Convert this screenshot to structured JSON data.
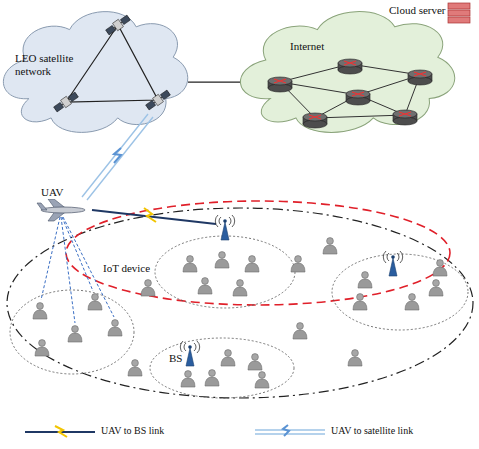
{
  "diagram": {
    "nodes": [
      {
        "text": [
          "LEO satellite network"
        ]
      },
      {
        "text": [
          "Internet"
        ]
      }
    ],
    "edges": [
      {
        "from": 0,
        "to": 1,
        "arrow": "none"
      }
    ],
    "labels": [
      "Cloud server",
      "UAV",
      "IoT device",
      "BS"
    ],
    "legend": [
      {
        "text": "UAV to BS link"
      },
      {
        "text": "UAV to satellite link"
      }
    ]
  }
}
